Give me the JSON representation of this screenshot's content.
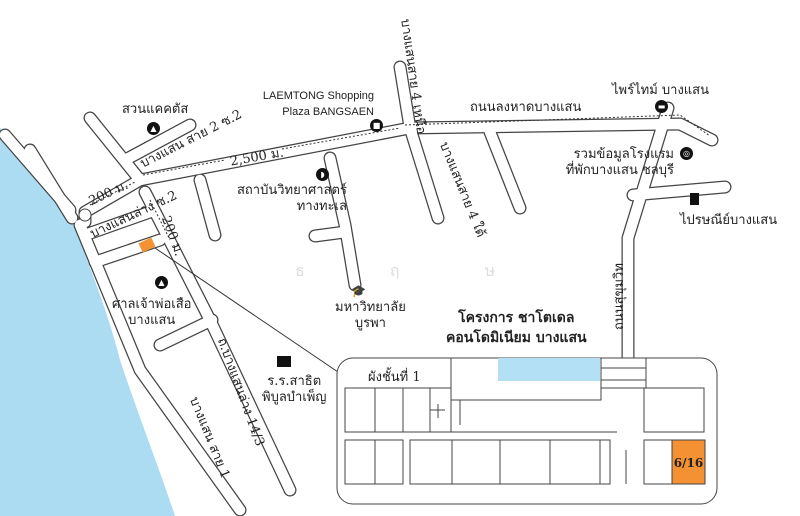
{
  "title": "โครงการ ชาโตเดล คอนโดมิเนียม บางแสน",
  "project": {
    "line1": "โครงการ ชาโตเดล",
    "line2": "คอนโดมิเนียม บางแสน"
  },
  "floor_plan": {
    "label": "ผังชั้นที่ 1",
    "unit": "6/16"
  },
  "places": {
    "suan_cactus": "สวนแคคตัส",
    "laemtong_1": "LAEMTONG Shopping",
    "laemtong_2": "Plaza BANGSAEN",
    "primetime": "ไพร์ไทม์ บางแสน",
    "hotel_1": "รวมข้อมูลโรงแรม",
    "hotel_2": "ที่พักบางแสน ชลบุรี",
    "post": "ไปรษณีย์บางแสน",
    "institute_1": "สถาบันวิทยาศาสตร์",
    "institute_2": "ทางทะเล",
    "university_1": "มหาวิทยาลัย",
    "university_2": "บูรพา",
    "shrine_1": "ศาลเจ้าพ่อเสือ",
    "shrine_2": "บางแสน",
    "school_1": "ร.ร.สาธิต",
    "school_2": "พิบูลบำเพ็ญ"
  },
  "roads": {
    "beach_road": "ถนนลงหาดบางแสน",
    "sai4_north": "บางแสนสาย 4 เหนือ",
    "sai4_south": "บางแสนสาย 4 ใต้",
    "sai2_soi2": "บางแสน สาย 2 ซ.2",
    "sukhumvit": "ถนนสุขุมวิท",
    "bangsaen_lang_soi2": "บางแสนล่าง ซ.2",
    "bangsaen_lang_14_3": "ถ.บางแสนล่าง 14/3",
    "sai1": "บางแสน สาย 1"
  },
  "distances": {
    "main": "2,500 ม.",
    "west": "200 ม.",
    "south": "200 ม."
  },
  "watermark": "ธ ฤ ษ",
  "colors": {
    "sea": "#abdcf2",
    "unit": "#f39133",
    "pool": "#b3e0f4",
    "road": "#444444"
  }
}
